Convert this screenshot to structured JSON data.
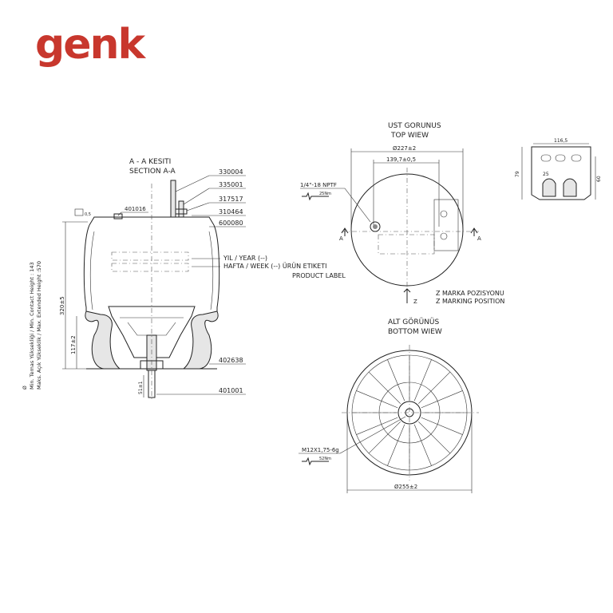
{
  "brand": {
    "logo_text": "genk",
    "color": "#c8372d"
  },
  "section_view": {
    "title_tr": "A - A KESITI",
    "title_en": "SECTION A-A",
    "height_dimension": "320±5",
    "stroke_dimension": "117±2",
    "stud_dimension": "51±1",
    "vertical_note_line1": "Min. Temas Yüksekliği / Min. Contact Height : 143",
    "vertical_note_line2": "Maks. Açık Yükseklik / Max. Extended Height :570",
    "corner_mark": "Ø",
    "callouts": {
      "c330004": "330004",
      "c335001": "335001",
      "c317517": "317517",
      "c310464": "310464",
      "c600080": "600080",
      "c401016": "401016",
      "c402638": "402638",
      "c401001": "401001"
    },
    "label_year": "YIL / YEAR (--)",
    "label_week": "HAFTA / WEEK (--) ÜRÜN ETIKETI",
    "label_product": "PRODUCT LABEL",
    "small_box_label": "0,5"
  },
  "top_view": {
    "title_tr": "UST GORUNUS",
    "title_en": "TOP WIEW",
    "diameter": "Ø227±2",
    "bolt_spacing": "139,7±0,5",
    "port_label": "1/4\"-18 NPTF",
    "torque_label": "25Nm",
    "section_a_left": "A",
    "section_a_right": "A",
    "z_label": "Z",
    "marking_tr": "Z MARKA POZISYONU",
    "marking_en": "Z MARKING POSITION"
  },
  "side_view": {
    "width": "116,5",
    "height_left": "79",
    "height_right": "60",
    "inner": "25"
  },
  "bottom_view": {
    "title_tr": "ALT GÖRÜNÜS",
    "title_en": "BOTTOM WIEW",
    "diameter": "Ø255±2",
    "thread_label": "M12X1,75-6g",
    "torque_label": "52Nm"
  }
}
